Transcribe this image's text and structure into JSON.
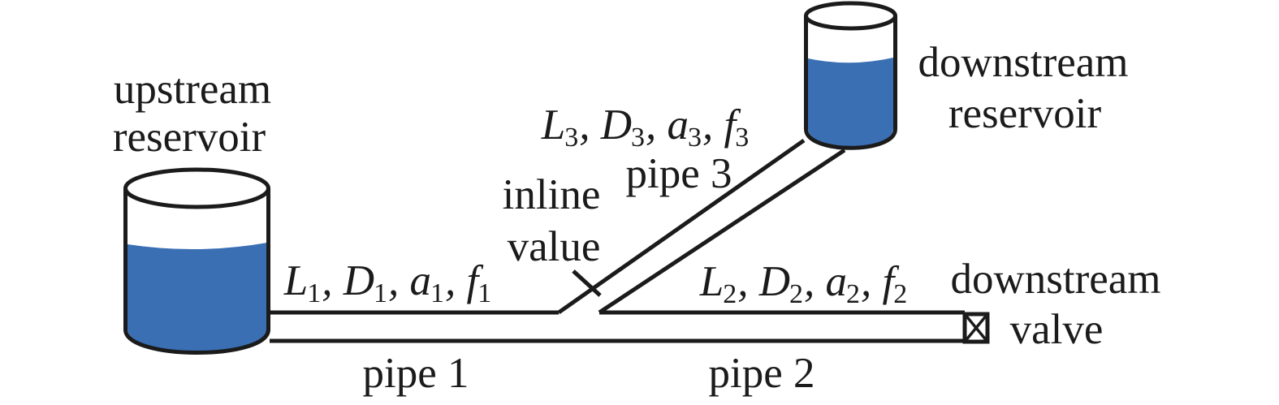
{
  "diagram": {
    "colors": {
      "water": "#3A6FB4",
      "line": "#1B1B1B"
    },
    "upstream_reservoir": {
      "label_line1": "upstream",
      "label_line2": "reservoir"
    },
    "downstream_reservoir": {
      "label_line1": "downstream",
      "label_line2": "reservoir"
    },
    "inline_valve": {
      "label_line1": "inline",
      "label_line2": "value"
    },
    "downstream_valve": {
      "label_line1": "downstream",
      "label_line2": "valve"
    },
    "pipes": {
      "pipe1": {
        "name": "pipe 1",
        "params": {
          "v1": "L",
          "s1": "1",
          "v2": ", D",
          "s2": "1",
          "v3": ", a",
          "s3": "1",
          "v4": ", f",
          "s4": "1"
        }
      },
      "pipe2": {
        "name": "pipe 2",
        "params": {
          "v1": "L",
          "s1": "2",
          "v2": ", D",
          "s2": "2",
          "v3": ", a",
          "s3": "2",
          "v4": ", f",
          "s4": "2"
        }
      },
      "pipe3": {
        "name": "pipe 3",
        "params": {
          "v1": "L",
          "s1": "3",
          "v2": ", D",
          "s2": "3",
          "v3": ", a",
          "s3": "3",
          "v4": ", f",
          "s4": "3"
        }
      }
    }
  }
}
